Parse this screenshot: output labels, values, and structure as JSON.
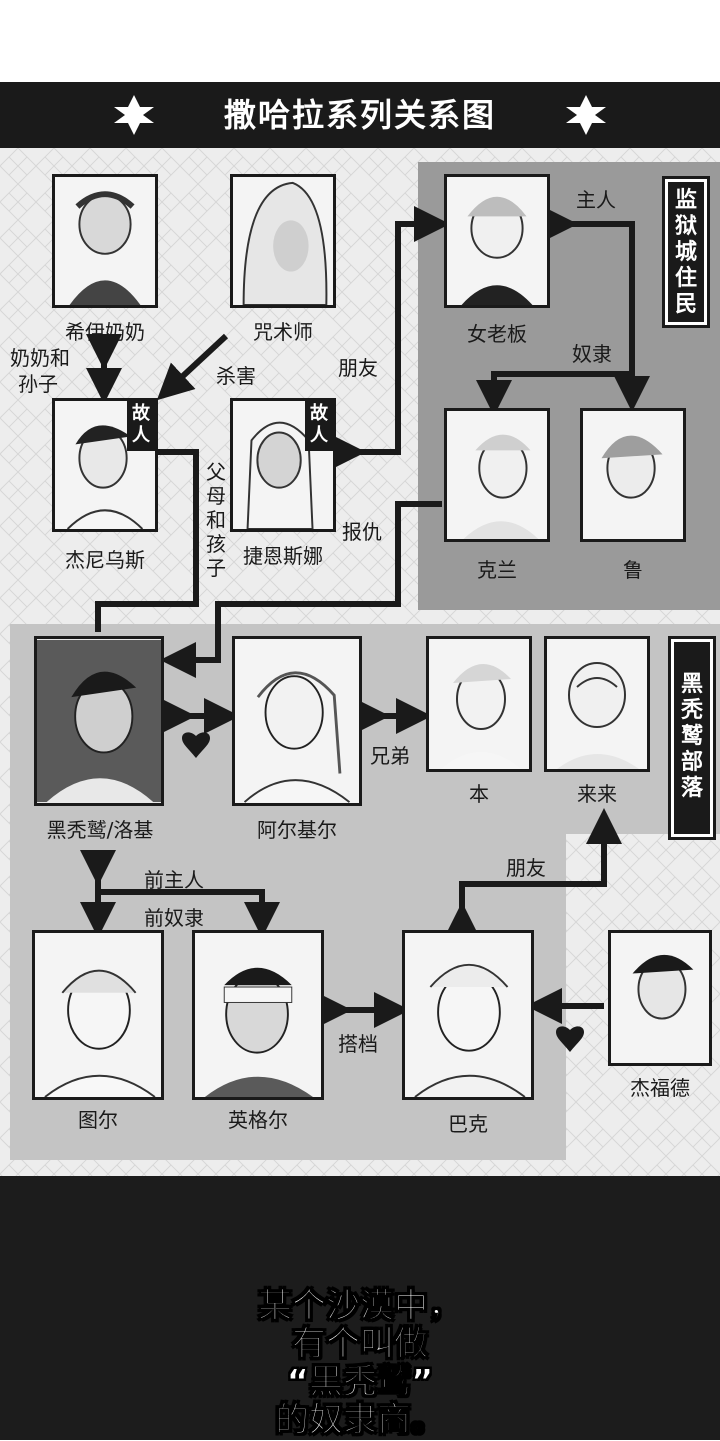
{
  "title": "撒哈拉系列关系图",
  "colors": {
    "ink": "#1a1a1a",
    "zone_dark": "#9a9a9a",
    "zone_light": "#c4c4c4",
    "paper": "#ededed"
  },
  "groups": {
    "prison": "监狱城住民",
    "tribe": "黑秃鹫部落"
  },
  "characters": {
    "grandma": "希伊奶奶",
    "sorcerer": "咒术师",
    "boss": "女老板",
    "janius": "杰尼乌斯",
    "jessna": "捷恩斯娜",
    "kelan": "克兰",
    "lu": "鲁",
    "loki": "黑秃鹫/洛基",
    "alkir": "阿尔基尔",
    "ben": "本",
    "laila": "来来",
    "tur": "图尔",
    "engel": "英格尔",
    "bak": "巴克",
    "jefford": "杰福德"
  },
  "tags": {
    "deceased": "故人"
  },
  "relations": {
    "grandparent": "奶奶和孙子",
    "grandparent_l1": "奶奶和",
    "grandparent_l2": "孙子",
    "kill": "杀害",
    "friend": "朋友",
    "master": "主人",
    "slave": "奴隶",
    "parent_child": "父母和孩子",
    "revenge": "报仇",
    "brothers": "兄弟",
    "friend2": "朋友",
    "former_master": "前主人",
    "former_slave": "前奴隶",
    "partner": "搭档",
    "love": "♥"
  },
  "narration": [
    "某个沙漠中，",
    "有个叫做",
    "“黑秃鹫”",
    "的奴隶商。"
  ]
}
